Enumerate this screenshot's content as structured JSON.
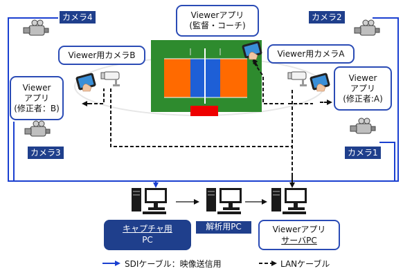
{
  "cameras": {
    "cam1": "カメラ1",
    "cam2": "カメラ2",
    "cam3": "カメラ3",
    "cam4": "カメラ4"
  },
  "viewer_cams": {
    "a": "Viewer用カメラA",
    "b": "Viewer用カメラB"
  },
  "viewer_apps": {
    "coach_line1": "Viewerアプリ",
    "coach_line2": "(監督・コーチ)",
    "left_line1": "Viewer",
    "left_line2": "アプリ",
    "left_line3": "(修正者：B)",
    "right_line1": "Viewer",
    "right_line2": "アプリ",
    "right_line3": "(修正者:A)"
  },
  "pcs": {
    "capture_line1": "キャプチャ用",
    "capture_line2": "PC",
    "analysis": "解析用PC",
    "server_line1": "Viewerアプリ",
    "server_line2": "サーバPC"
  },
  "legend": {
    "sdi": "SDIケーブル：映像送信用",
    "lan": "LANケーブル"
  },
  "colors": {
    "sdi_line": "#1a3fd0",
    "lan_line": "#111111",
    "label_dark": "#1f3f8c",
    "label_border": "#2a4bb5",
    "court_green": "#2e8b2e",
    "court_orange": "#ff6a00",
    "court_blue": "#1e5fd6",
    "red_bench": "#ee0000"
  }
}
